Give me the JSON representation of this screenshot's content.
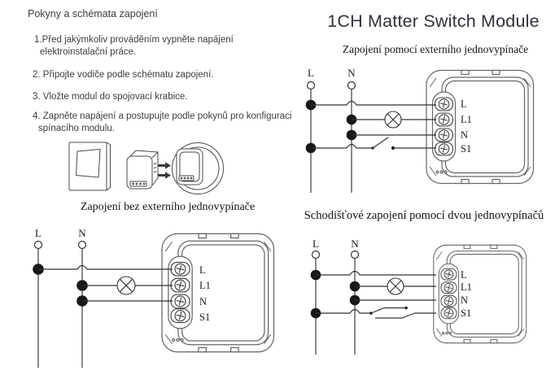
{
  "header": {
    "title": "1CH Matter Switch Module"
  },
  "instructions": {
    "heading": "Pokyny a schémata zapojení",
    "steps": [
      [
        "1.Před jakýmkoliv prováděním vypněte napájení",
        "elektroinstalační práce."
      ],
      [
        "2. Připojte vodiče podle schématu zapojení."
      ],
      [
        "3. Vložte modul do spojovací krabice."
      ],
      [
        "4. Zapněte napájení a postupujte podle pokynů pro konfiguraci",
        "spínacího modulu."
      ]
    ]
  },
  "wires": {
    "live": "L",
    "neutral": "N"
  },
  "module": {
    "terminals": [
      "L",
      "L1",
      "N",
      "S1"
    ]
  },
  "diagrams": [
    {
      "title": "Zapojení pomocí externího jednovypínače"
    },
    {
      "title": "Zapojení bez externího jednovypínače"
    },
    {
      "title": "Schodišťové zapojení pomocí dvou jednovypínačů"
    }
  ],
  "colors": {
    "wire": "#333333",
    "module_outline": "#666666",
    "text": "#3d3d3d",
    "title": "#31313a"
  }
}
